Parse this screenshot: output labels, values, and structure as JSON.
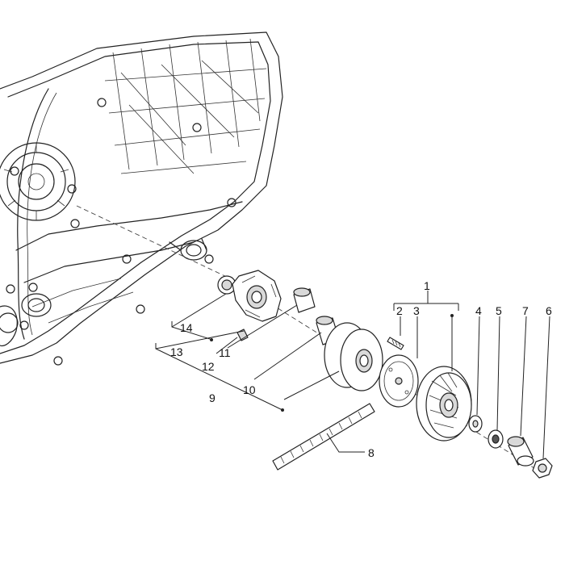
{
  "callouts": {
    "c1": "1",
    "c2": "2",
    "c3": "3",
    "c4": "4",
    "c5": "5",
    "c6": "6",
    "c7": "7",
    "c8": "8",
    "c9": "9",
    "c10": "10",
    "c11": "11",
    "c12": "12",
    "c13": "13",
    "c14": "14"
  },
  "colors": {
    "line": "#222222",
    "part_fill": "#ffffff",
    "part_shade": "#d9d9d9",
    "dark_fill": "#555555"
  }
}
